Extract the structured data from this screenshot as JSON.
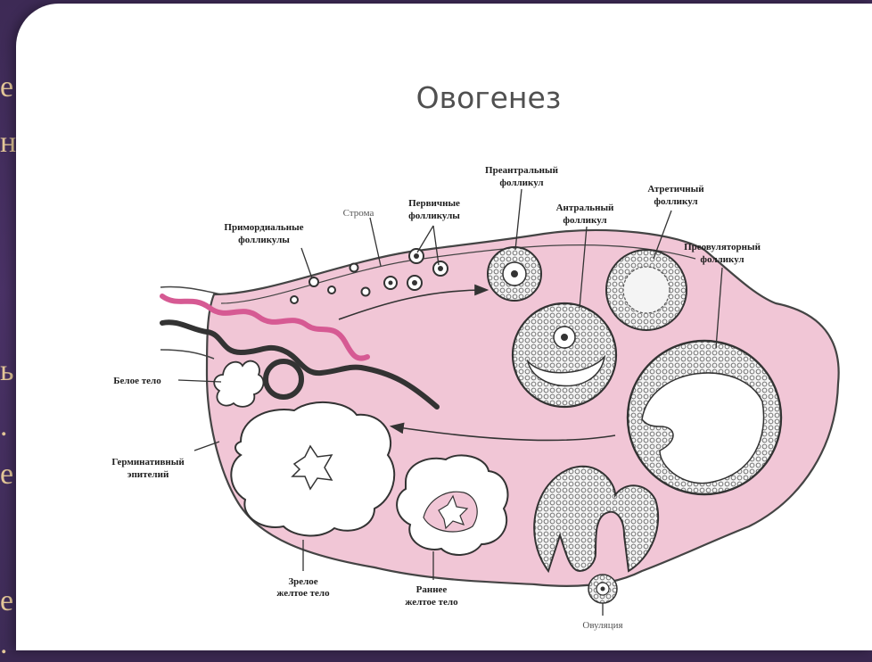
{
  "slide": {
    "title": "Овогенез",
    "background_fragments": [
      "е",
      "н",
      "ь",
      ".",
      "е",
      "е",
      "."
    ]
  },
  "diagram": {
    "labels": {
      "primordial": [
        "Примордиальные",
        "фолликулы"
      ],
      "stroma": "Строма",
      "primary": [
        "Первичные",
        "фолликулы"
      ],
      "preantral": [
        "Преантральный",
        "фолликул"
      ],
      "antral": [
        "Антральный",
        "фолликул"
      ],
      "atretic": [
        "Атретичный",
        "фолликул"
      ],
      "preovulatory": [
        "Преовуляторный",
        "фолликул"
      ],
      "white_body": "Белое тело",
      "germinal": [
        "Герминативный",
        "эпителий"
      ],
      "mature_cl": [
        "Зрелое",
        "желтое тело"
      ],
      "early_cl": [
        "Раннее",
        "желтое тело"
      ],
      "ovulation": "Овуляция"
    },
    "colors": {
      "ovary_fill": "#f1c6d6",
      "vessel_pink": "#d65a93",
      "vessel_dark": "#333333",
      "outline": "#444444"
    }
  }
}
